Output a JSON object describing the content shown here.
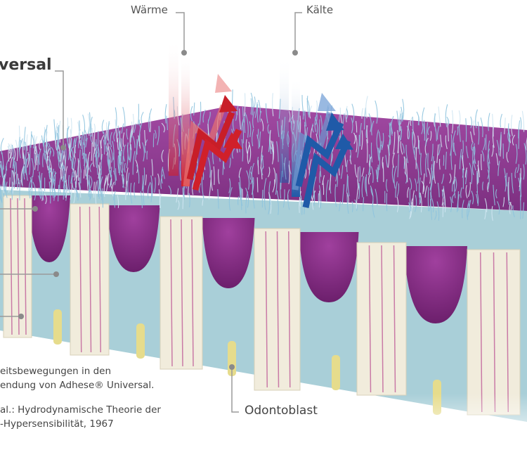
{
  "title": "versal",
  "labels": {
    "heat": "Wärme",
    "cold": "Kälte",
    "odontoblast": "Odontoblast"
  },
  "notes": {
    "line1": "eitsbewegungen in den",
    "line2": "endung von Adhese® Universal.",
    "line3": "al.: Hydrodynamische Theorie der",
    "line4": "-Hypersensibilität, 1967"
  },
  "colors": {
    "adhesive_layer": "#8e3a91",
    "heat_arrow": "#d0202a",
    "cold_arrow": "#1f5aa8",
    "dentin": "#f1ecdc",
    "tubule_fluid": "#9fc9d3",
    "fibers": "#8ec3de",
    "odontoblast": "#e6dc8c",
    "leader_line": "#9a9a9a"
  }
}
